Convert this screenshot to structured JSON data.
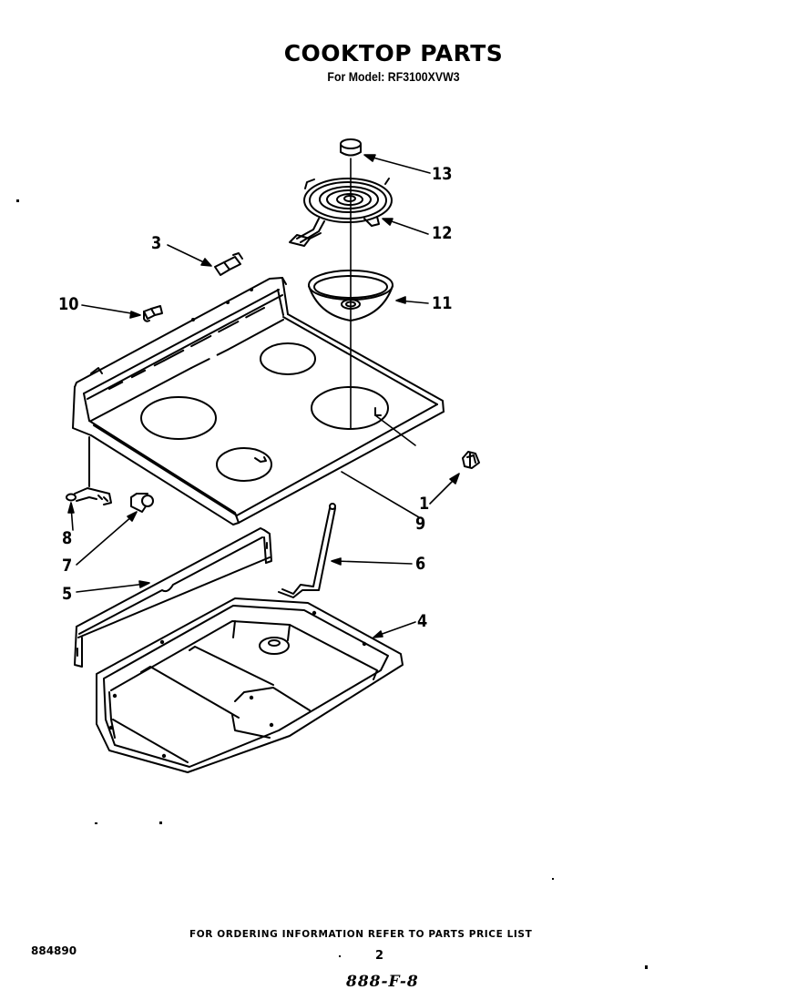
{
  "header": {
    "title": "COOKTOP PARTS",
    "subtitle": "For Model: RF3100XVW3"
  },
  "diagram": {
    "callouts": [
      {
        "id": "1",
        "label": "1"
      },
      {
        "id": "3",
        "label": "3"
      },
      {
        "id": "4",
        "label": "4"
      },
      {
        "id": "5",
        "label": "5"
      },
      {
        "id": "6",
        "label": "6"
      },
      {
        "id": "7",
        "label": "7"
      },
      {
        "id": "8",
        "label": "8"
      },
      {
        "id": "9",
        "label": "9"
      },
      {
        "id": "10",
        "label": "10"
      },
      {
        "id": "11",
        "label": "11"
      },
      {
        "id": "12",
        "label": "12"
      },
      {
        "id": "13",
        "label": "13"
      }
    ],
    "line_color": "#000000",
    "background": "#ffffff"
  },
  "footer": {
    "note": "FOR ORDERING INFORMATION REFER TO PARTS PRICE LIST",
    "document_number": "884890",
    "page_number": "2",
    "handwritten_code": "888-F-8"
  }
}
